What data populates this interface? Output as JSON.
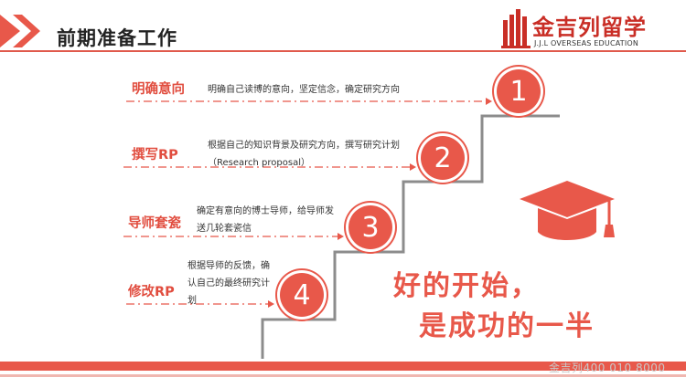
{
  "header": {
    "title": "前期准备工作"
  },
  "logo": {
    "name": "金吉列留学",
    "subtitle": "J.J.L OVERSEAS EDUCATION",
    "brand_color": "#c92e26"
  },
  "colors": {
    "accent": "#e8584a",
    "stair": "#8c8c8c",
    "cap": "#e8584a"
  },
  "steps": [
    {
      "number": "1",
      "title": "明确意向",
      "desc": "明确自己读博的意向，坚定信念，确定研究方向"
    },
    {
      "number": "2",
      "title": "撰写RP",
      "desc": "根据自己的知识背景及研究方向，撰写研究计划（Research proposal）"
    },
    {
      "number": "3",
      "title": "导师套瓷",
      "desc": "确定有意向的博士导师，给导师发送几轮套瓷信"
    },
    {
      "number": "4",
      "title": "修改RP",
      "desc": "根据导师的反馈，确认自己的最终研究计划"
    }
  ],
  "slogan": {
    "line1": "好的开始，",
    "line2": "是成功的一半"
  },
  "footer": {
    "watermark": "金吉列400 010 8000"
  },
  "icons": {
    "cap": "graduation-cap-icon",
    "logo_mark": "building-logo-icon"
  }
}
